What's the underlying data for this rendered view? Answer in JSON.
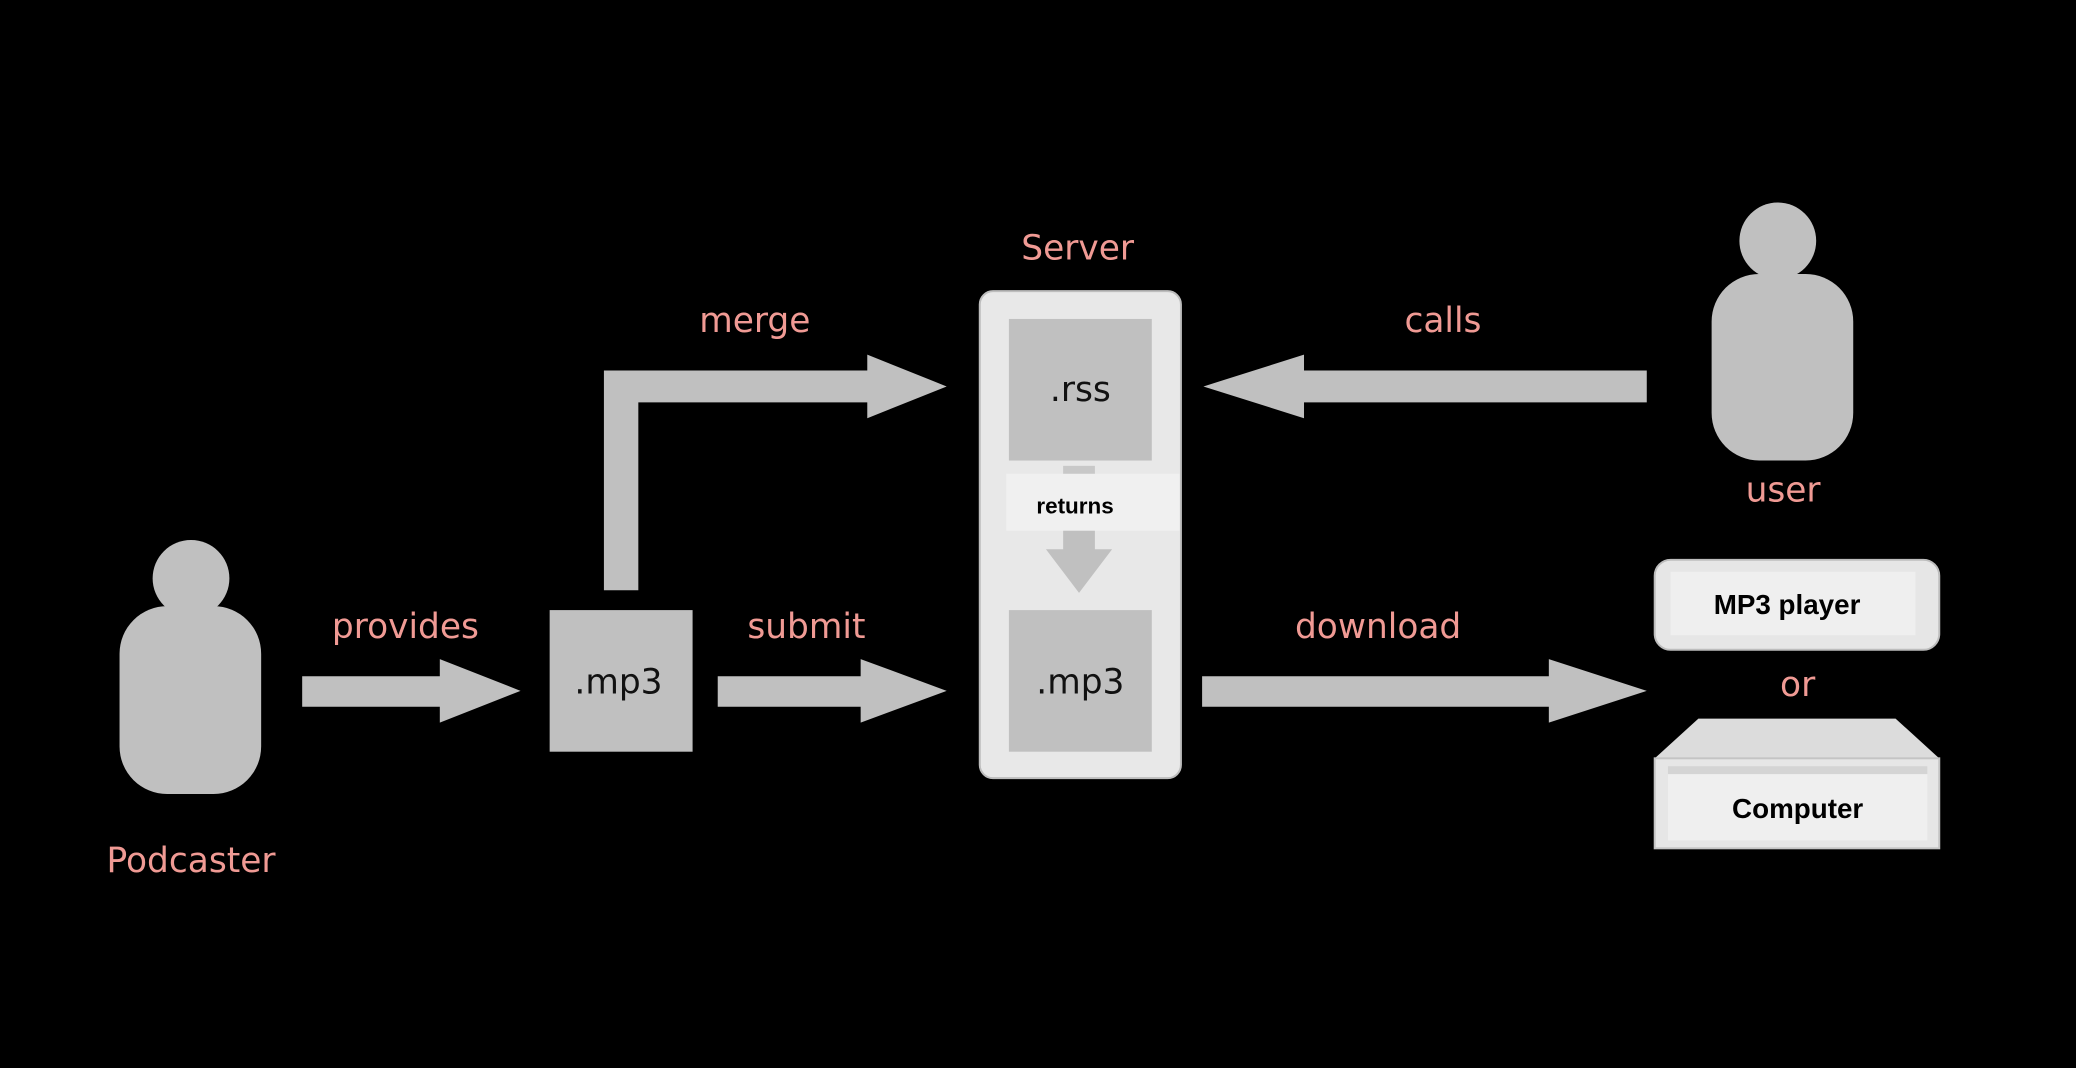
{
  "colors": {
    "background": "#000000",
    "label": "#f09a94",
    "shape": "#c0c0c0",
    "server": "#e8e8e8",
    "device": "#efefef"
  },
  "actors": {
    "podcaster": {
      "label": "Podcaster",
      "icon": "person-icon"
    },
    "user": {
      "label": "user",
      "icon": "person-icon"
    }
  },
  "files": {
    "local_mp3": ".mp3",
    "rss": ".rss",
    "server_mp3": ".mp3"
  },
  "server": {
    "label": "Server",
    "returns_label": "returns"
  },
  "arrows": {
    "provides": "provides",
    "merge": "merge",
    "submit": "submit",
    "calls": "calls",
    "download": "download"
  },
  "devices": {
    "mp3_player": "MP3 player",
    "or": "or",
    "computer": "Computer"
  }
}
